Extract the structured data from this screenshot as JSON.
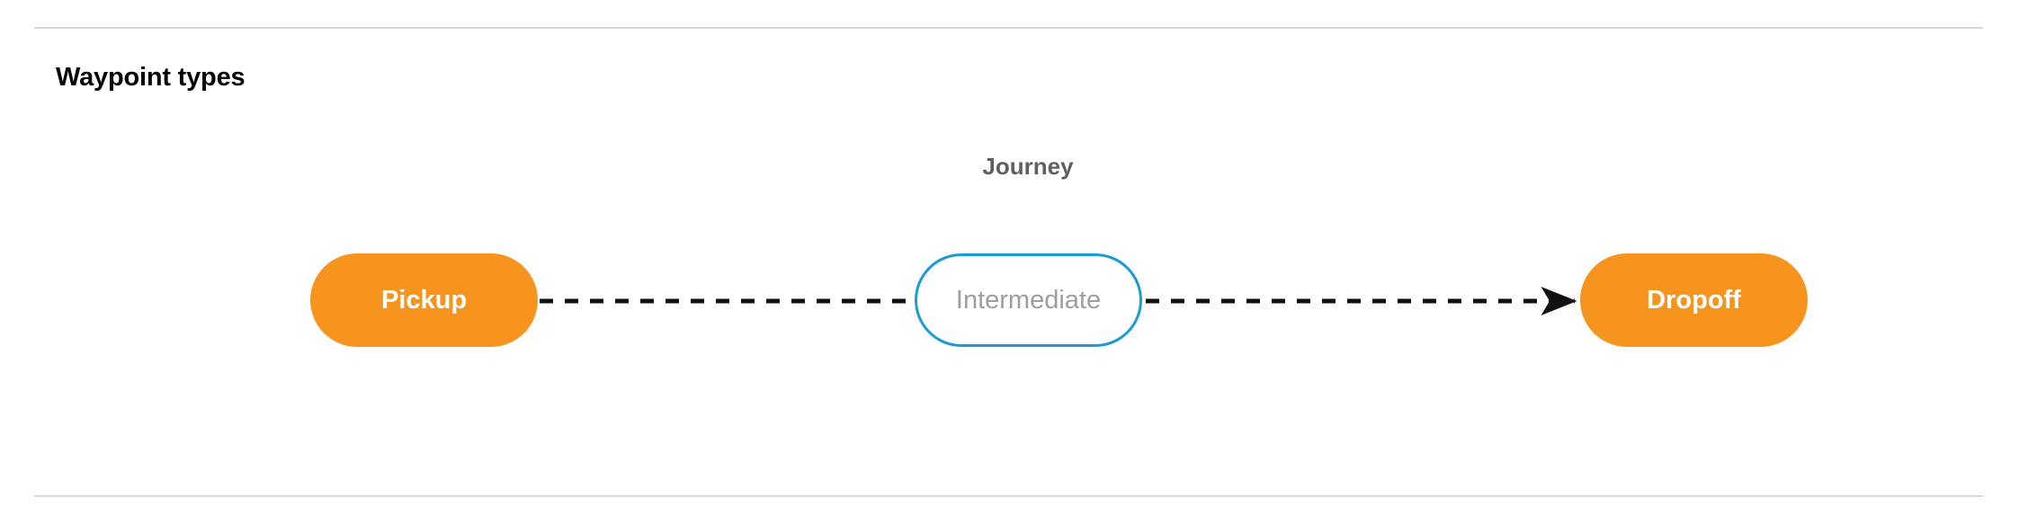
{
  "section": {
    "title": "Waypoint types"
  },
  "diagram": {
    "group_label": "Journey",
    "nodes": [
      {
        "id": "pickup",
        "label": "Pickup",
        "kind": "terminal",
        "fill": "#f7941e",
        "text_color": "#ffffff"
      },
      {
        "id": "intermediate",
        "label": "Intermediate",
        "kind": "intermediate",
        "fill": "#ffffff",
        "border_color": "#1c9ad6",
        "text_color": "#9e9e9e"
      },
      {
        "id": "dropoff",
        "label": "Dropoff",
        "kind": "terminal",
        "fill": "#f7941e",
        "text_color": "#ffffff"
      }
    ],
    "connectors": [
      {
        "from": "pickup",
        "to": "intermediate",
        "style": "dashed",
        "color": "#111111",
        "arrowhead": false
      },
      {
        "from": "intermediate",
        "to": "dropoff",
        "style": "dashed",
        "color": "#111111",
        "arrowhead": true
      }
    ]
  },
  "dividers": {
    "color": "#d7d7d7"
  }
}
